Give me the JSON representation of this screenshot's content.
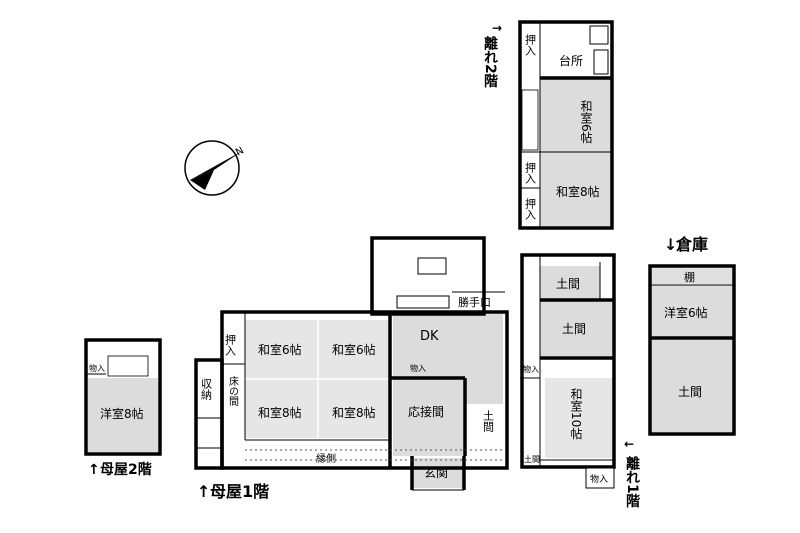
{
  "labels": {
    "hanare2": "離れ2階",
    "soko": "倉庫",
    "moya2": "母屋2階",
    "moya1": "母屋1階",
    "hanare1": "離れ1階"
  },
  "rooms": {
    "oshiire": "押入",
    "daidokoro": "台所",
    "washitsu6": "和室6帖",
    "washitsu8": "和室8帖",
    "washitsu10": "和室10帖",
    "dk": "DK",
    "katteguchi": "勝手口",
    "oshiire_v": "押入",
    "shuno": "収納",
    "tokonoma": "床の間",
    "motsuire": "物入",
    "oosetsuma": "応接間",
    "doma": "土間",
    "genkan": "玄関",
    "engawa": "縁側",
    "yoshitsu8": "洋室8帖",
    "yoshitsu6": "洋室6帖",
    "tana": "棚"
  }
}
